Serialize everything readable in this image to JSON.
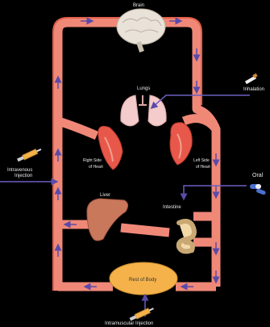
{
  "labels": {
    "brain": "Brain",
    "lungs": "Lungs",
    "inhalation": "Inhalation",
    "right_heart_1": "Right Side",
    "right_heart_2": "of Heart",
    "left_heart_1": "Left Side",
    "left_heart_2": "of Heart",
    "oral": "Oral",
    "intravenous_1": "Intravenous",
    "intravenous_2": "Injection",
    "liver": "Liver",
    "intestine": "Intestine",
    "rest_of_body": "Rest of Body",
    "intramuscular": "Intramuscular Injection"
  },
  "colors": {
    "background": "#000000",
    "vessel": "#f08878",
    "vessel_dark": "#e0604c",
    "arrow": "#5a4aa8",
    "route_line": "#6a5fc0",
    "brain": "#e9e2d8",
    "lungs": "#f4cccc",
    "heart": "#e8584a",
    "liver": "#c9785c",
    "intestine": "#f3d9a8",
    "body_oval": "#f5b24a"
  }
}
